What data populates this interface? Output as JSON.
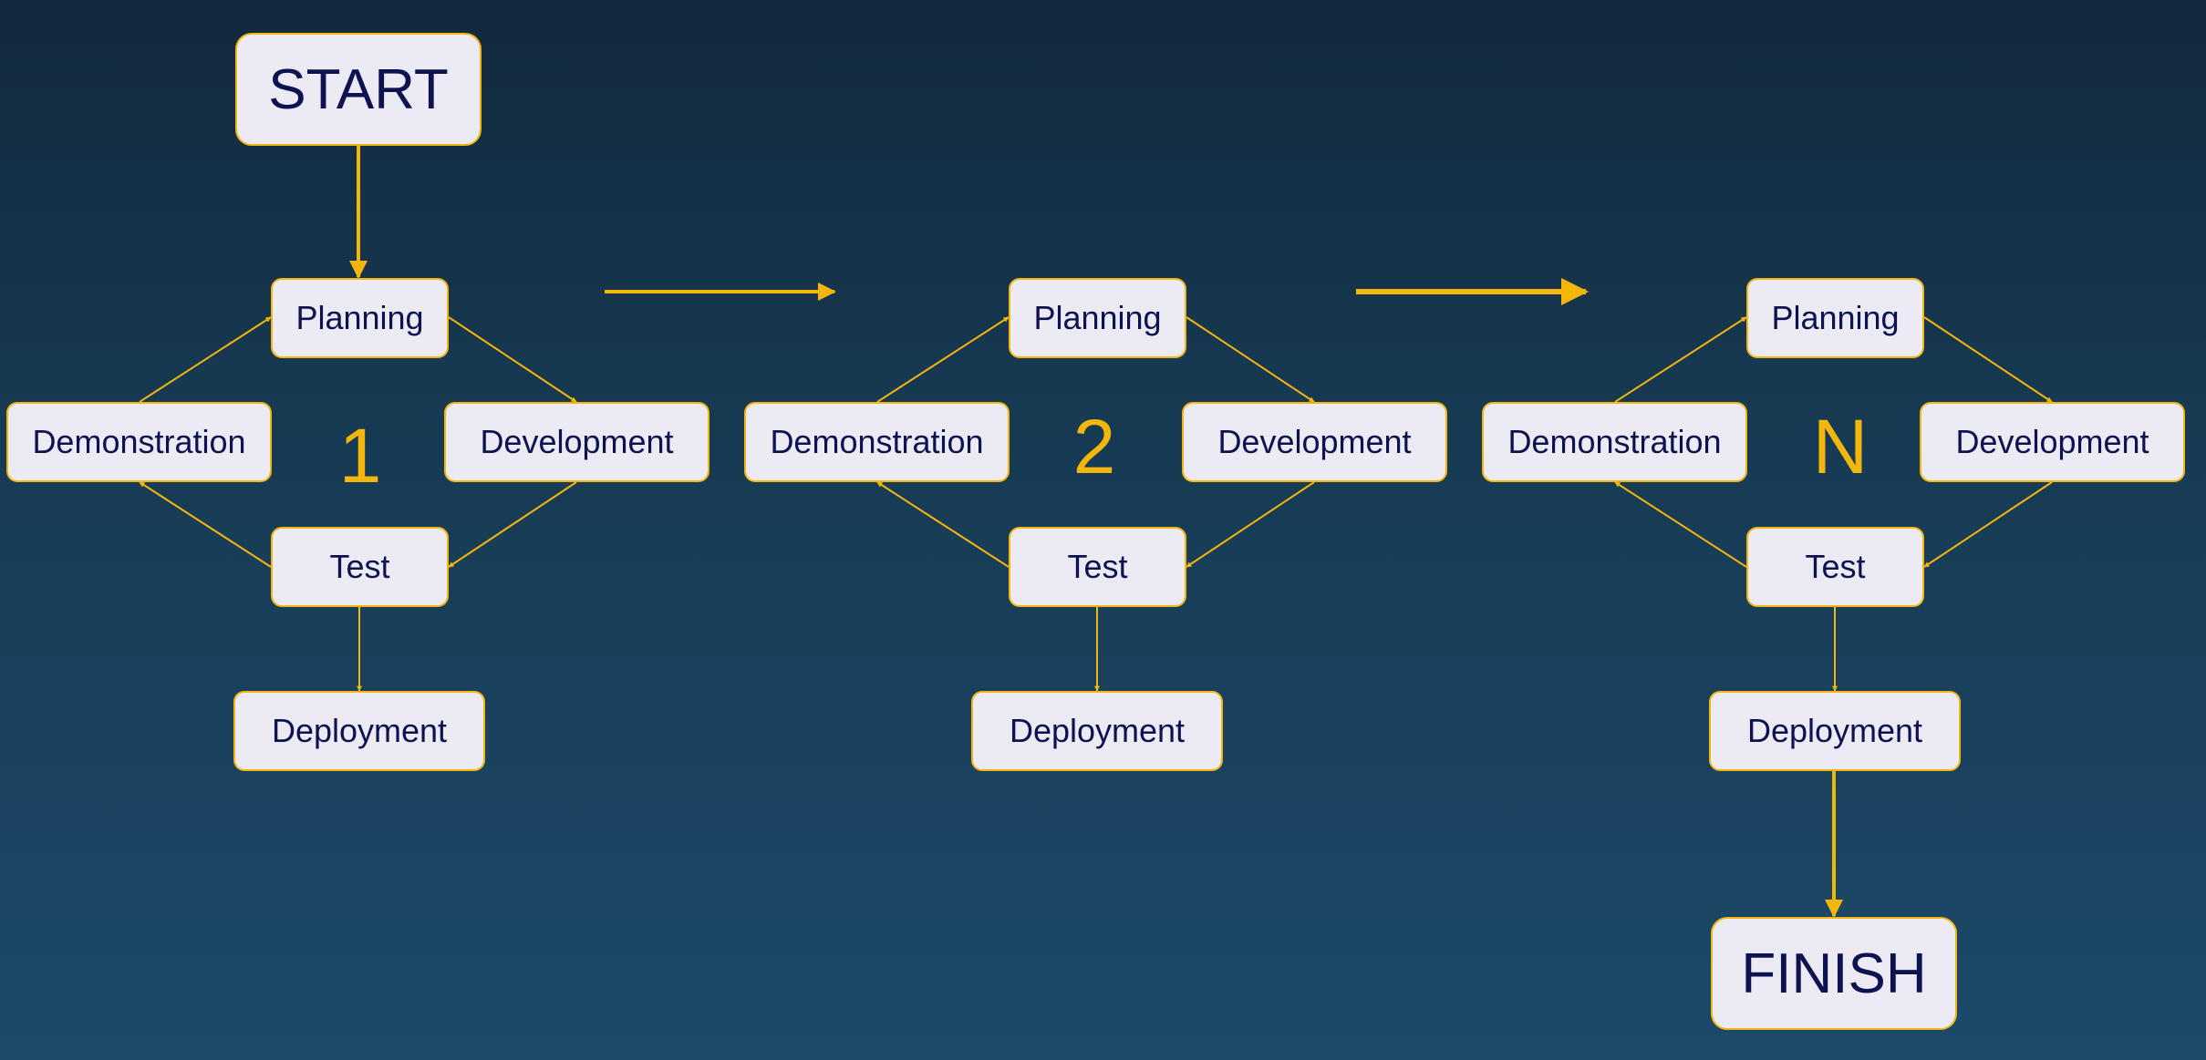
{
  "colors": {
    "background_top": "#12293d",
    "background_bottom": "#1c4a6a",
    "node_fill": "#ecebf4",
    "node_border": "#f2b60d",
    "node_text": "#0d1250",
    "arrow": "#f2b60d",
    "iteration_label": "#f2b60d"
  },
  "start": {
    "label": "START"
  },
  "finish": {
    "label": "FINISH"
  },
  "iterations": [
    {
      "label": "1",
      "planning": "Planning",
      "development": "Development",
      "test": "Test",
      "demonstration": "Demonstration",
      "deployment": "Deployment"
    },
    {
      "label": "2",
      "planning": "Planning",
      "development": "Development",
      "test": "Test",
      "demonstration": "Demonstration",
      "deployment": "Deployment"
    },
    {
      "label": "N",
      "planning": "Planning",
      "development": "Development",
      "test": "Test",
      "demonstration": "Demonstration",
      "deployment": "Deployment"
    }
  ]
}
